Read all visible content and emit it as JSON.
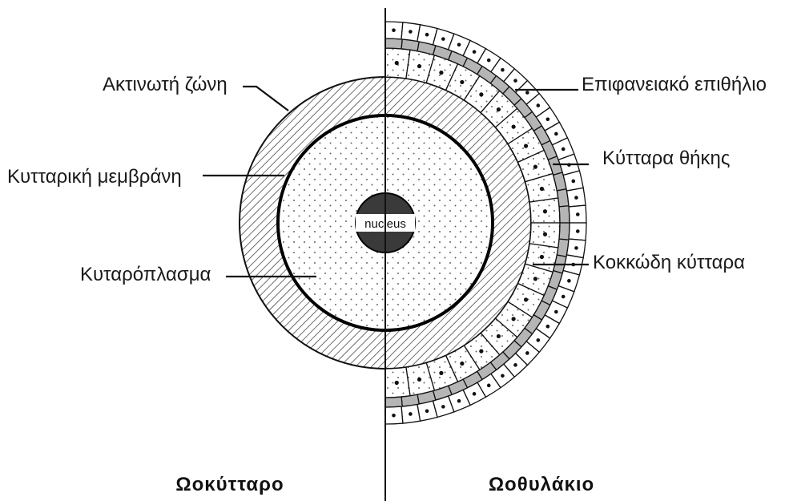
{
  "labels": {
    "zona": "Ακτινωτή ζώνη",
    "membrane": "Κυτταρική μεμβράνη",
    "cytoplasm": "Κυταρόπλασμα",
    "nucleus": "nucleus",
    "surface_epithelium": "Επιφανειακό επιθήλιο",
    "theca_cells": "Κύτταρα θήκης",
    "granulosa_cells": "Κοκκώδη κύτταρα"
  },
  "titles": {
    "left": "Ωοκύτταρο",
    "right": "Ωοθυλάκιο"
  }
}
